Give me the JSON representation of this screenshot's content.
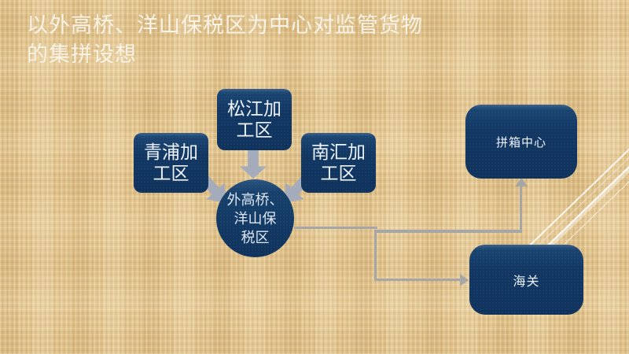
{
  "slide": {
    "title": {
      "line1": "以外高桥、洋山保税区为中心对监管货物",
      "line2": "的集拼设想"
    }
  },
  "diagram": {
    "source_boxes": [
      {
        "id": "qingpu",
        "label": "青浦加工区",
        "line1": "青浦加",
        "line2": "工区"
      },
      {
        "id": "songjiang",
        "label": "松江加工区",
        "line1": "松江加",
        "line2": "工区"
      },
      {
        "id": "nanhui",
        "label": "南汇加工区",
        "line1": "南汇加",
        "line2": "工区"
      }
    ],
    "hub": {
      "label": "外高桥、洋山保税区",
      "line1": "外高桥、",
      "line2": "洋山保",
      "line3": "税区"
    },
    "targets": [
      {
        "id": "pinxiang",
        "label": "拼箱中心"
      },
      {
        "id": "haiguan",
        "label": "海关"
      }
    ]
  },
  "colors": {
    "background": "#e2c48f",
    "box_navy": "#123763",
    "block_arrow_gray": "#a4abbb",
    "connector_gray": "#a6a6a6",
    "title_text": "#f8f3e6",
    "box_text": "#eef3fa"
  }
}
